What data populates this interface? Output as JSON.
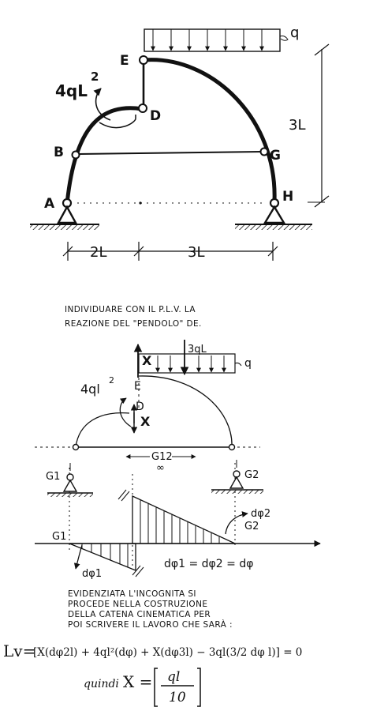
{
  "top_figure": {
    "nodes": {
      "A": "A",
      "B": "B",
      "D": "D",
      "E": "E",
      "G": "G",
      "H": "H"
    },
    "moment_label": "4qL",
    "moment_exp": "2",
    "load_label": "q",
    "height_dim": "3L",
    "dim_left": "2L",
    "dim_right": "3L"
  },
  "instructions": {
    "line1": "INDIVIDUARE CON IL P.L.V. LA",
    "line2": "REAZIONE DEL \"PENDOLO\" DE."
  },
  "bottom_figure": {
    "unknown_top": "X",
    "unknown_mid": "X",
    "resultant": "3qL",
    "load_label": "q",
    "moment_label": "4ql",
    "moment_exp": "2",
    "node_E": "E",
    "node_D": "D",
    "g1": "G1",
    "g2": "G2",
    "g12": "G12",
    "infinity": "∞",
    "dphi2": "dφ2",
    "dphi1": "dφ1",
    "dphi_relation": "dφ1 = dφ2 = dφ"
  },
  "notes": {
    "line1": "EVIDENZIATA L'INCOGNITA SI",
    "line2": "PROCEDE NELLA COSTRUZIONE",
    "line3": "DELLA CATENA CINEMATICA PER",
    "line4": "POI SCRIVERE IL LAVORO CHE SARÀ :"
  },
  "equations": {
    "lv_label": "Lv=",
    "lv_body": "[X(dφ2l) + 4ql²(dφ) + X(dφ3l) − 3ql(3/2 dφ l)] = 0",
    "quindi": "quindi",
    "x_label": "X =",
    "x_num": "ql",
    "x_den": "10"
  }
}
